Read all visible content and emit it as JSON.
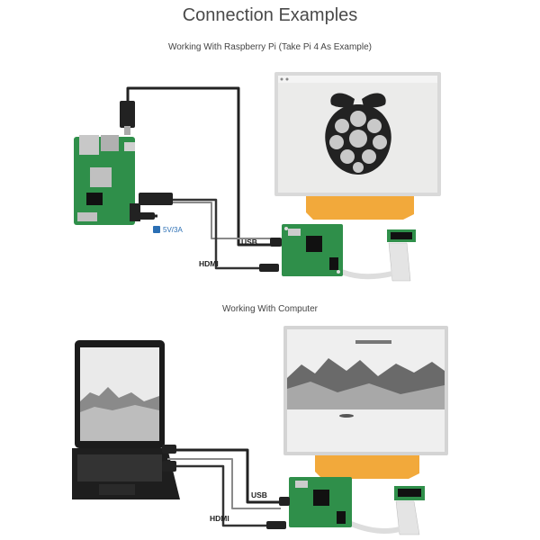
{
  "title": "Connection Examples",
  "section_pi": {
    "subtitle": "Working With Raspberry Pi (Take Pi 4 As Example)",
    "usb_label": "USB",
    "hdmi_label": "HDMI",
    "power_label": "5V/3A"
  },
  "section_pc": {
    "subtitle": "Working With Computer",
    "usb_label": "USB",
    "hdmi_label": "HDMI"
  },
  "colors": {
    "cable": "#222222",
    "cable_gray": "#8a8a8a",
    "pcb_green": "#2f8f4a",
    "fpc_orange": "#f2a93b",
    "epaper_bg": "#e9e9e7"
  }
}
